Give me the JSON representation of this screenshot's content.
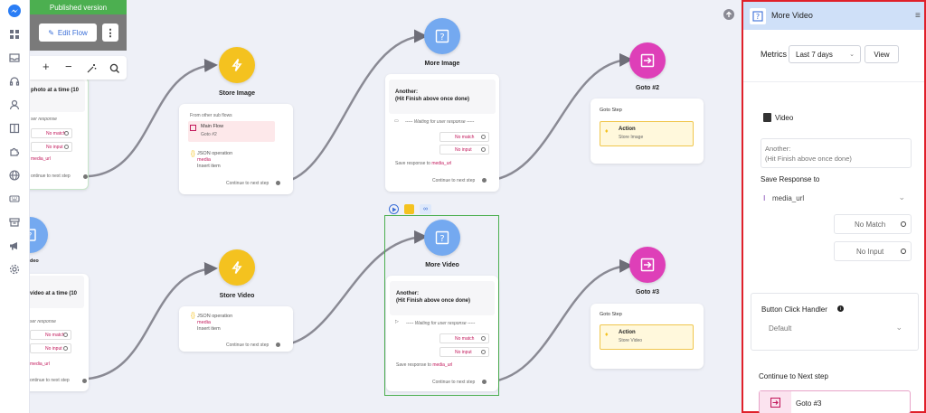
{
  "toolbar": {
    "published_label": "Published version",
    "edit_flow_label": "Edit Flow",
    "more_label": "⋮",
    "zoom_in": "+",
    "zoom_out": "−"
  },
  "left_nodes": {
    "top": {
      "prompt": "photo at a time (10",
      "waiting": "ser response",
      "no_match": "No match",
      "no_input": "No input",
      "save": "media_url",
      "continue": "ontinue to next step",
      "title_fragment": "g"
    },
    "bottom": {
      "title_fragment": "deo",
      "prompt": "video at a time (10",
      "waiting": "ser response",
      "no_match": "No match",
      "no_input": "No input",
      "save": "media_url",
      "continue": "ontinue to next step"
    }
  },
  "store_image": {
    "title": "Store Image",
    "from_other": "From other sub flows",
    "main_flow": "Main Flow",
    "goto": "Goto #2",
    "json_op": "JSON operation",
    "media": "media",
    "insert": "Insert item",
    "continue": "Continue to next step"
  },
  "store_video": {
    "title": "Store Video",
    "json_op": "JSON operation",
    "media": "media",
    "insert": "Insert item",
    "continue": "Continue to next step"
  },
  "more_image": {
    "title": "More Image",
    "another": "Another:",
    "hit_finish": "(Hit Finish above once done)",
    "waiting": "----- Waiting for user response -----",
    "no_match": "No match",
    "no_input": "No input",
    "save_prefix": "Save response to",
    "save_var": "media_url",
    "continue": "Continue to next step"
  },
  "more_video": {
    "title": "More Video",
    "another": "Another:",
    "hit_finish": "(Hit Finish above once done)",
    "waiting": "----- Waiting for user response -----",
    "no_match": "No match",
    "no_input": "No input",
    "save_prefix": "Save response to",
    "save_var": "media_url",
    "continue": "Continue to next step"
  },
  "goto2": {
    "title": "Goto #2",
    "goto_step": "Goto Step",
    "action": "Action",
    "target": "Store Image"
  },
  "goto3": {
    "title": "Goto #3",
    "goto_step": "Goto Step",
    "action": "Action",
    "target": "Store Video"
  },
  "panel": {
    "title": "More Video",
    "metrics_label": "Metrics",
    "metrics_value": "Last 7 days",
    "view_button": "View",
    "video_label": "Video",
    "prompt_line1": "Another:",
    "prompt_line2": "(Hit Finish above once done)",
    "save_response_label": "Save Response to",
    "save_var": "media_url",
    "no_match": "No Match",
    "no_input": "No Input",
    "button_click_handler": "Button Click Handler",
    "handler_value": "Default",
    "continue_label": "Continue to Next step",
    "goto_target": "Goto #3"
  },
  "colors": {
    "accent_green": "#4caf50",
    "node_yellow": "#f4c21f",
    "node_blue": "#74a9f0",
    "node_pink": "#de3fb8",
    "panel_border": "#e0202a"
  }
}
